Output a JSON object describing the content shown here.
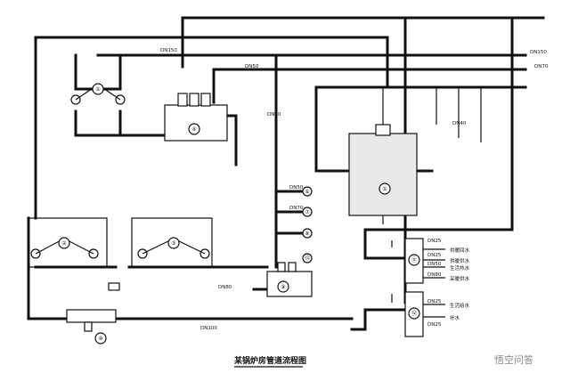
{
  "diagram": {
    "title": "某锅炉房管道流程图",
    "watermark": "悟空问答",
    "pipe_labels": {
      "dn150_top": "DN150",
      "dn150_right": "DN150",
      "dn70_right": "DN70",
      "dn50_mid": "DN50",
      "dn70_vert": "DN70",
      "dn40": "DN40",
      "dn50_branch_a": "DN50",
      "dn70_branch": "DN70",
      "dn100_bottom": "DN100",
      "dn80_low": "DN80",
      "dn25_r1": "DN25",
      "dn25_r2": "DN25",
      "dn50_r3": "DN50",
      "dn80_r4": "DN80",
      "dn25_r5": "DN25",
      "dn25_r6": "DN25"
    },
    "equipment_tags": {
      "pump_a": "①",
      "pump_b": "②",
      "pump_c": "③",
      "manifold_top": "④",
      "tank": "⑤",
      "valve_a": "⑥",
      "valve_b": "⑦",
      "valve_c": "⑧",
      "manifold_bottom": "⑨",
      "softener": "⑩",
      "dist_1": "⑪",
      "dist_2": "⑫",
      "filter": "⑬"
    },
    "right_labels": {
      "r1": "供暖回水",
      "r2": "供暖供水",
      "r3": "生活热水",
      "r4": "采暖供水",
      "r5": "生活给水",
      "r6": "补水"
    },
    "colors": {
      "line": "#111111",
      "background": "#ffffff",
      "tank": "#e9e9e9"
    }
  }
}
